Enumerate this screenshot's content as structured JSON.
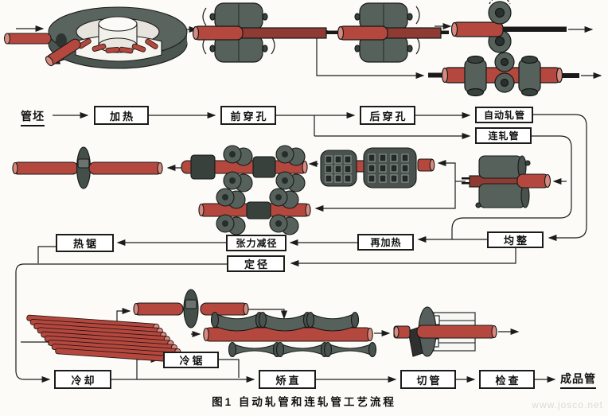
{
  "caption": "图1  自动轧管和连轧管工艺流程",
  "watermark": "www.josco.net",
  "flow": {
    "start": "管坯",
    "end": "成品管",
    "steps": {
      "heating": "加热",
      "front_piercing": "前穿孔",
      "rear_piercing": "后穿孔",
      "auto_pipe_rolling": "自动轧管",
      "continuous_pipe_rolling": "连轧管",
      "hot_saw": "热锯",
      "tension_reducing": "张力减径",
      "sizing": "定径",
      "reheating": "再加热",
      "reeling": "均整",
      "cooling": "冷却",
      "cold_saw": "冷锯",
      "straightening": "矫直",
      "pipe_cutting": "切管",
      "inspection": "检查"
    }
  },
  "colors": {
    "pipe_red": "#b5483e",
    "pipe_highlight": "#d98a80",
    "pipe_dark": "#8f3a33",
    "machine_gray": "#57615c",
    "machine_dark": "#39413d",
    "line": "#1c1c1c",
    "background": "#fcfbf7"
  }
}
